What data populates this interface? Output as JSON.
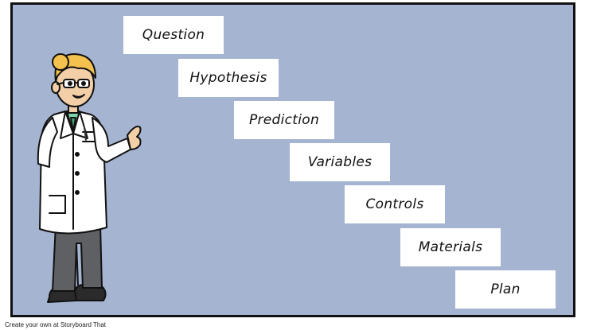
{
  "steps": [
    {
      "label": "Question"
    },
    {
      "label": "Hypothesis"
    },
    {
      "label": "Prediction"
    },
    {
      "label": "Variables"
    },
    {
      "label": "Controls"
    },
    {
      "label": "Materials"
    },
    {
      "label": "Plan"
    }
  ],
  "credit": "Create your own at Storyboard That",
  "colors": {
    "background": "#a5b5d1",
    "box": "#ffffff",
    "border": "#111111"
  },
  "icons": [
    "scientist-character"
  ]
}
